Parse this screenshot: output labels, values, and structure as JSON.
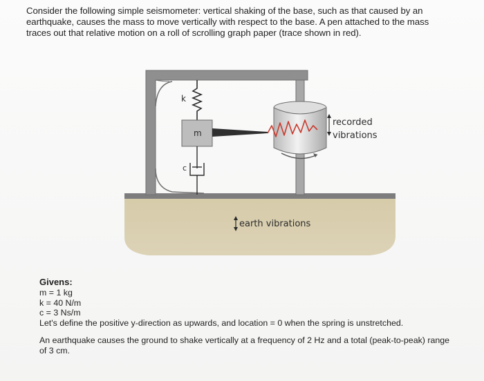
{
  "problem": {
    "intro": "Consider the following simple seismometer: vertical shaking of the base, such as that caused by an earthquake, causes the mass to move vertically with respect to the base. A pen attached to the mass traces out that relative motion on a roll of scrolling graph paper (trace shown in red)."
  },
  "figure": {
    "spring_label": "k",
    "mass_label": "m",
    "damper_label": "c",
    "recorded_line1": "recorded",
    "recorded_line2": "vibrations",
    "earth_label": "earth vibrations"
  },
  "givens": {
    "heading": "Givens:",
    "lines": [
      "m = 1 kg",
      "k = 40 N/m",
      "c = 3 Ns/m"
    ],
    "definition": "Let's define the positive y-direction as upwards, and location = 0 when the spring is unstretched.",
    "earthquake": "An earthquake causes the ground to shake vertically at a frequency of 2 Hz and a total (peak-to-peak) range of 3 cm."
  },
  "colors": {
    "frame": "#8f8f8f",
    "ground": "#d9ceb0",
    "trace": "#c93a2e",
    "text": "#1f1f1f"
  }
}
